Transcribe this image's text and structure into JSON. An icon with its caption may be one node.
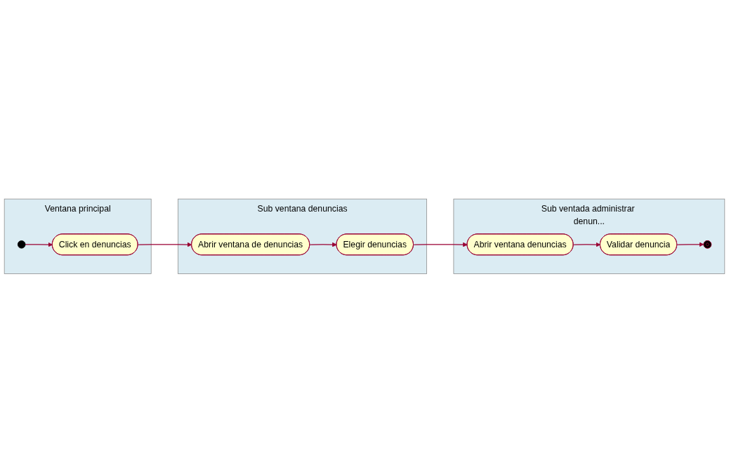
{
  "diagram": {
    "nodes": [
      {
        "text": [
          "Ventana principal"
        ]
      },
      {
        "text": [],
        "shape": "circle",
        "in": 0
      },
      {
        "text": [
          "Click en denuncias"
        ],
        "in": 0
      },
      {
        "text": [
          "Sub ventana denuncias"
        ]
      },
      {
        "text": [
          "Abrir ventana de denuncias"
        ],
        "in": 3
      },
      {
        "text": [
          "Elegir denuncias"
        ],
        "in": 3
      },
      {
        "text": [
          "Sub ventada administrar denun..."
        ]
      },
      {
        "text": [
          "Abrir ventana denuncias"
        ],
        "in": 6
      },
      {
        "text": [
          "Validar denuncia"
        ],
        "in": 6
      },
      {
        "text": [],
        "shape": "circle",
        "in": 6
      }
    ],
    "edges": [
      {
        "from": 1,
        "to": 2,
        "arrow": "to"
      },
      {
        "from": 2,
        "to": 4,
        "arrow": "to"
      },
      {
        "from": 4,
        "to": 5,
        "arrow": "to"
      },
      {
        "from": 5,
        "to": 7,
        "arrow": "to"
      },
      {
        "from": 7,
        "to": 8,
        "arrow": "to"
      },
      {
        "from": 8,
        "to": 9,
        "arrow": "to"
      }
    ]
  }
}
